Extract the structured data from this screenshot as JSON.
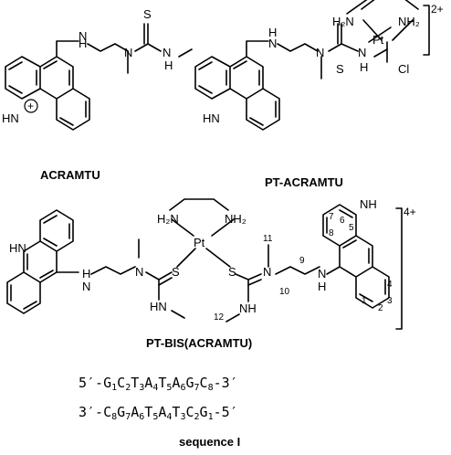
{
  "labels": {
    "acramtu": "ACRAMTU",
    "pt_acramtu": "PT-ACRAMTU",
    "pt_bis": "PT-BIS(ACRAMTU)",
    "sequence": "sequence I"
  },
  "atoms": {
    "H": "H",
    "N": "N",
    "NH": "NH",
    "HN": "HN",
    "S": "S",
    "Cl": "Cl",
    "Pt": "Pt",
    "H2N": "H₂N",
    "NH2": "NH₂"
  },
  "charges": {
    "two_plus": "2+",
    "four_plus": "4+",
    "plus": "+"
  },
  "numbering": [
    "1",
    "2",
    "3",
    "4",
    "5",
    "6",
    "7",
    "8",
    "9",
    "10",
    "11",
    "12"
  ],
  "sequence": {
    "line1": {
      "prefix": "5′-",
      "bases": [
        [
          "G",
          "1"
        ],
        [
          "C",
          "2"
        ],
        [
          "T",
          "3"
        ],
        [
          "A",
          "4"
        ],
        [
          "T",
          "5"
        ],
        [
          "A",
          "6"
        ],
        [
          "G",
          "7"
        ],
        [
          "C",
          "8"
        ]
      ],
      "suffix": "-3′"
    },
    "line2": {
      "prefix": "3′-",
      "bases": [
        [
          "C",
          "8"
        ],
        [
          "G",
          "7"
        ],
        [
          "A",
          "6"
        ],
        [
          "T",
          "5"
        ],
        [
          "A",
          "4"
        ],
        [
          "T",
          "3"
        ],
        [
          "C",
          "2"
        ],
        [
          "G",
          "1"
        ]
      ],
      "suffix": "-5′"
    }
  }
}
